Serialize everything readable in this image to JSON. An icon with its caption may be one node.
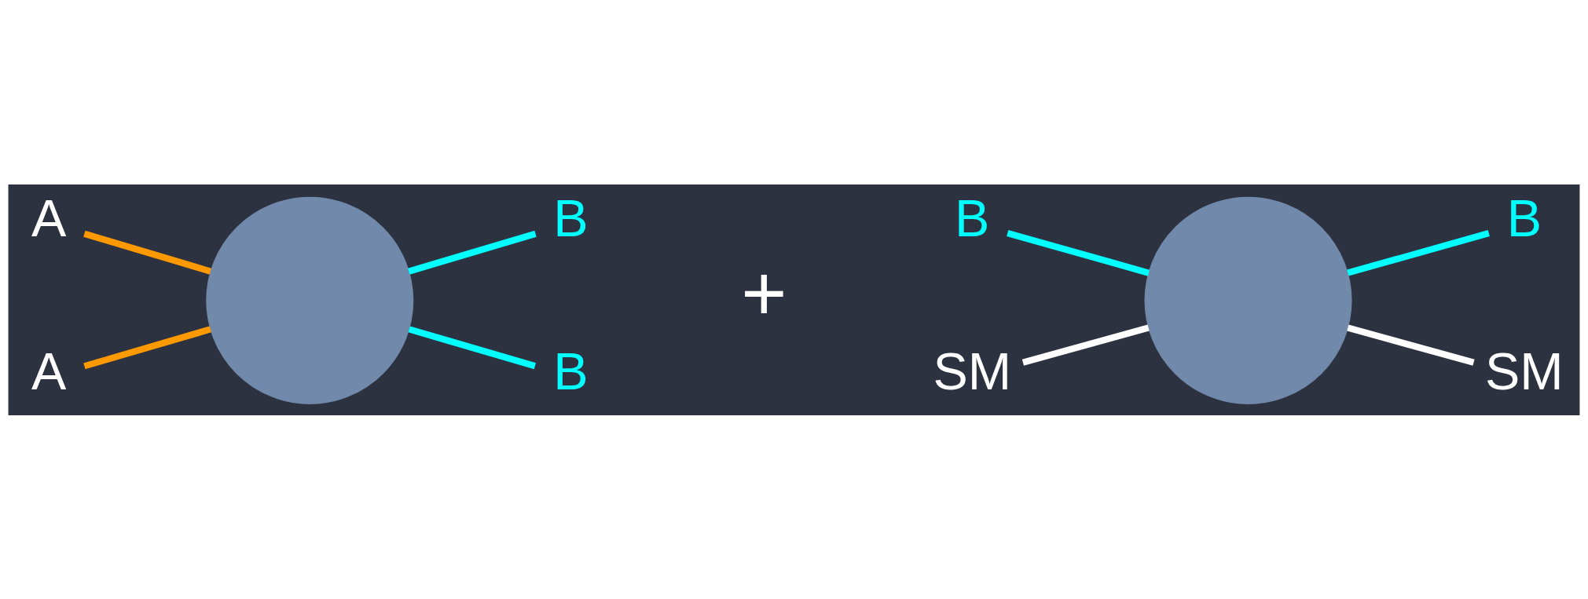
{
  "diagram": {
    "nodes": [
      {
        "text": [
          "A"
        ]
      },
      {
        "text": [
          "B"
        ]
      },
      {
        "text": [],
        "shape": "circle"
      },
      {
        "text": [
          "B"
        ]
      },
      {
        "text": [
          "A"
        ]
      },
      {
        "text": [
          "B"
        ]
      },
      {
        "text": [
          "B"
        ]
      },
      {
        "text": [],
        "shape": "circle"
      },
      {
        "text": [
          "SM"
        ]
      },
      {
        "text": [
          "SM"
        ]
      }
    ],
    "edges": [
      {
        "from": 0,
        "to": 2,
        "arrow": "none",
        "color": "#ff9900"
      },
      {
        "from": 2,
        "to": 1,
        "arrow": "none"
      },
      {
        "from": 2,
        "to": 3,
        "arrow": "none"
      },
      {
        "from": 4,
        "to": 2,
        "arrow": "none",
        "color": "#ff9900"
      },
      {
        "from": 5,
        "to": 7,
        "arrow": "none"
      },
      {
        "from": 7,
        "to": 6,
        "arrow": "none"
      },
      {
        "from": 8,
        "to": 7,
        "arrow": "none",
        "color": "#ffffff"
      },
      {
        "from": 7,
        "to": 9,
        "arrow": "none",
        "color": "#ffffff"
      }
    ],
    "labels": [
      "+"
    ]
  }
}
